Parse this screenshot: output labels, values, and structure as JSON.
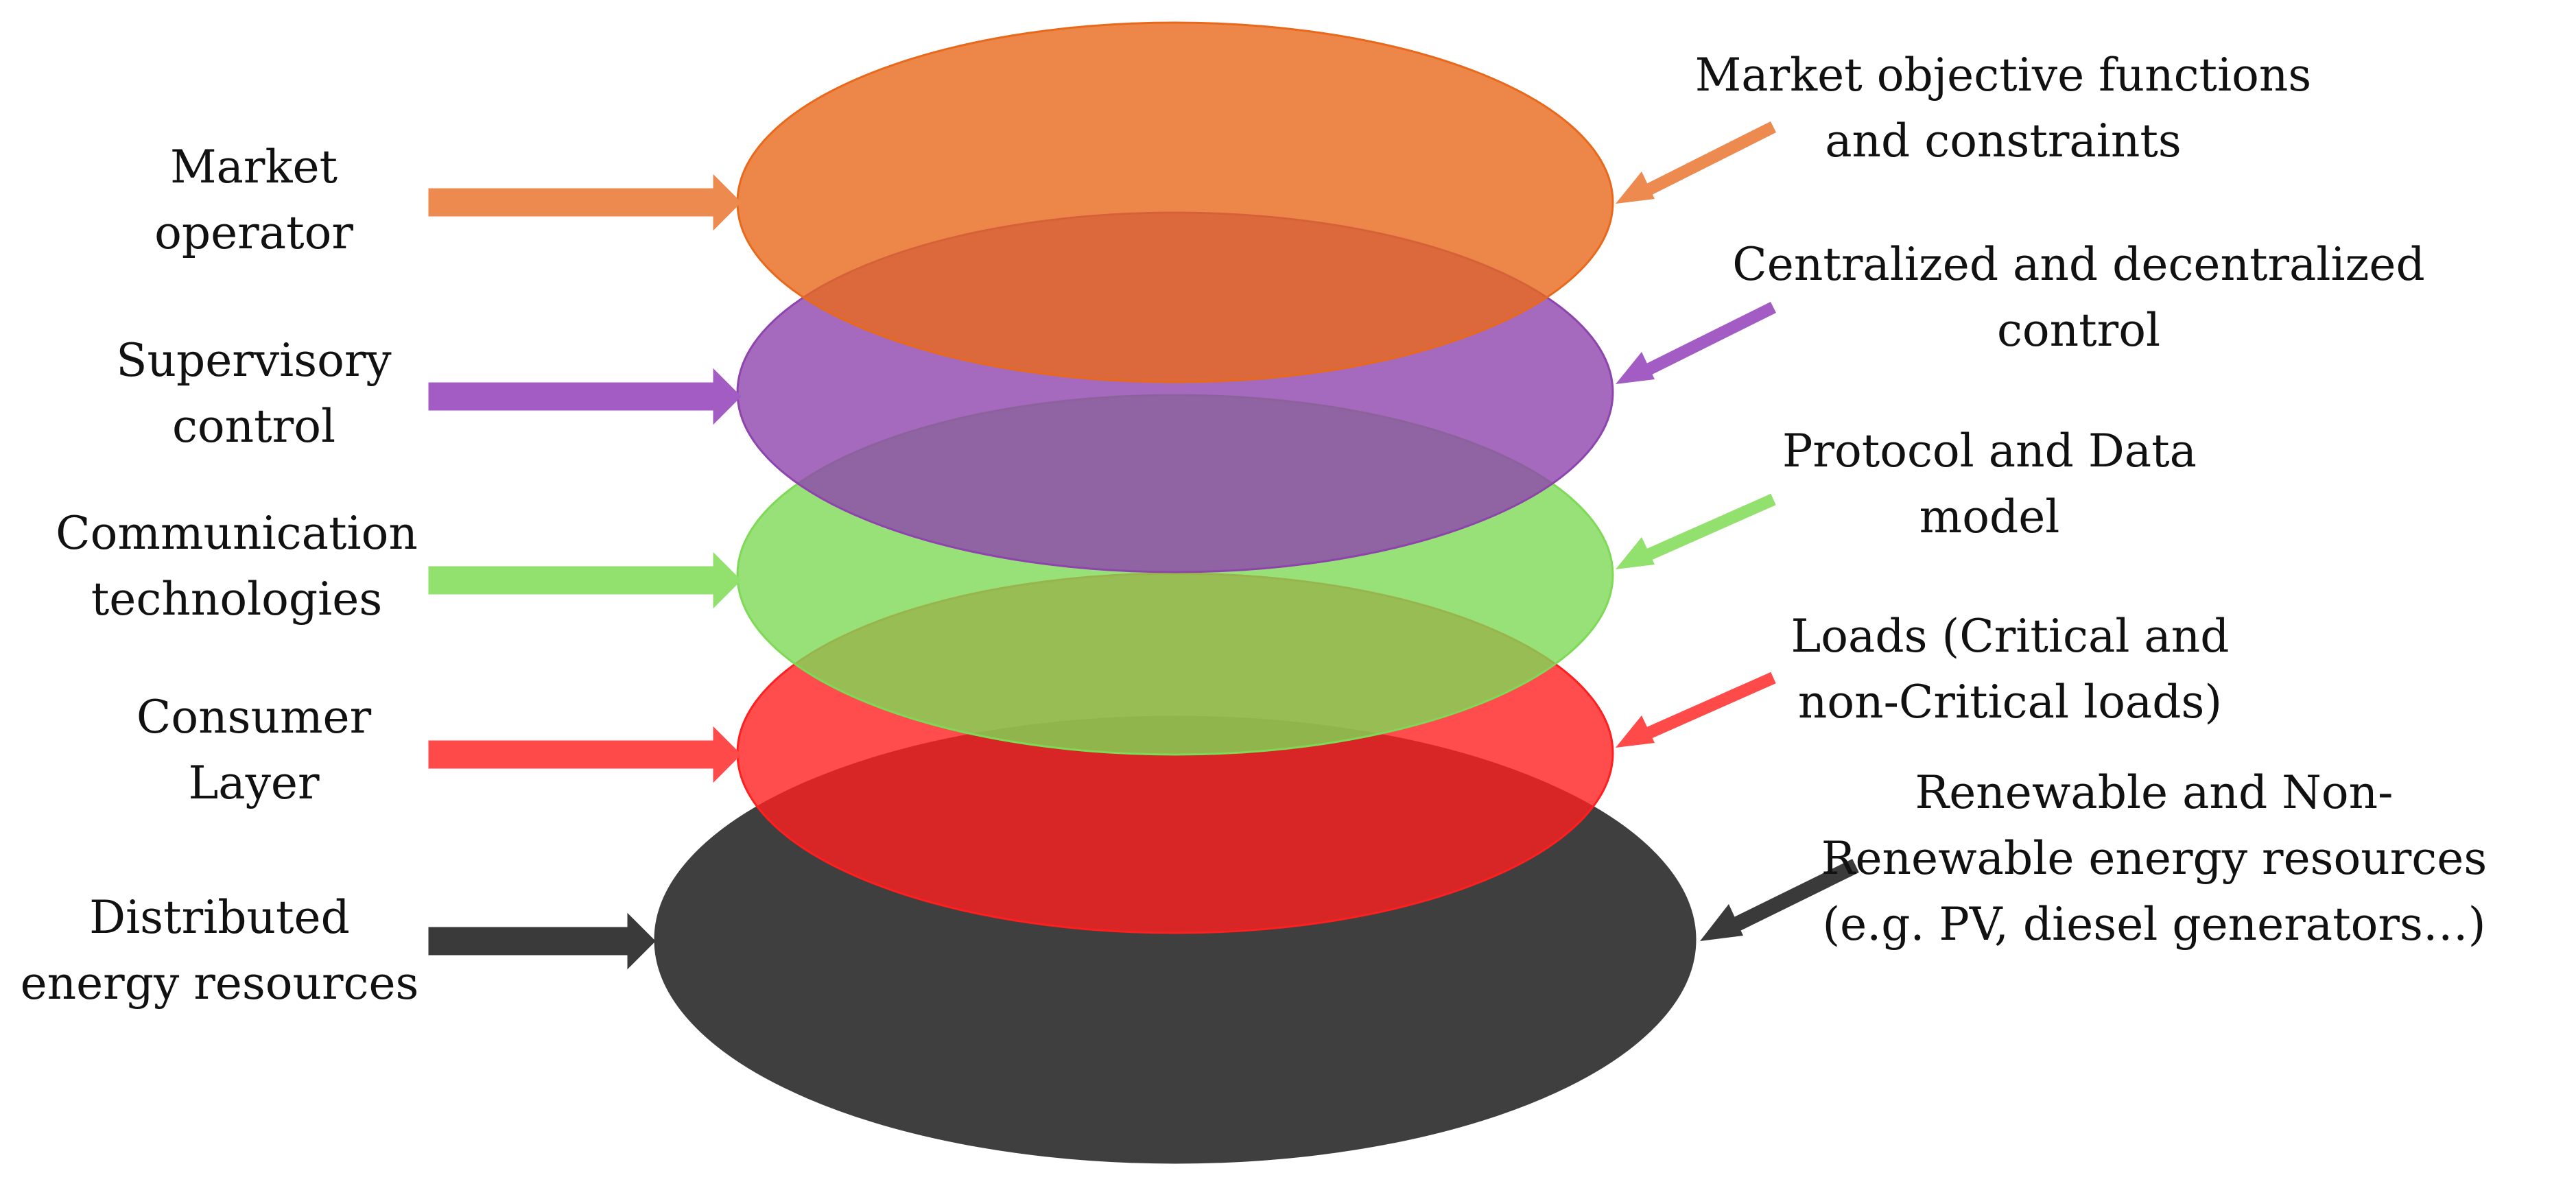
{
  "layers": [
    {
      "id": "market",
      "left_label": [
        "Market",
        "operator"
      ],
      "right_label": [
        "Market objective functions",
        "and constraints"
      ],
      "color": "#E8691C",
      "arrow_color": "#EC8A4F"
    },
    {
      "id": "supervisory",
      "left_label": [
        "Supervisory",
        "control"
      ],
      "right_label": [
        "Centralized and decentralized",
        "control"
      ],
      "color": "#8E44AD",
      "arrow_color": "#A35CC4"
    },
    {
      "id": "communication",
      "left_label": [
        "Communication",
        "technologies"
      ],
      "right_label": [
        "Protocol and Data",
        "model"
      ],
      "color": "#7ED957",
      "arrow_color": "#92E06E"
    },
    {
      "id": "consumer",
      "left_label": [
        "Consumer",
        "Layer"
      ],
      "right_label": [
        "Loads (Critical and",
        "non-Critical loads)"
      ],
      "color": "#FF1F1F",
      "arrow_color": "#FF4A4A"
    },
    {
      "id": "distributed",
      "left_label": [
        "Distributed",
        "energy resources"
      ],
      "right_label": [
        "Renewable and Non-",
        "Renewable energy resources",
        "(e.g. PV, diesel generators…)"
      ],
      "color": "#3F3F3F",
      "arrow_color": "#3A3A3A"
    }
  ]
}
